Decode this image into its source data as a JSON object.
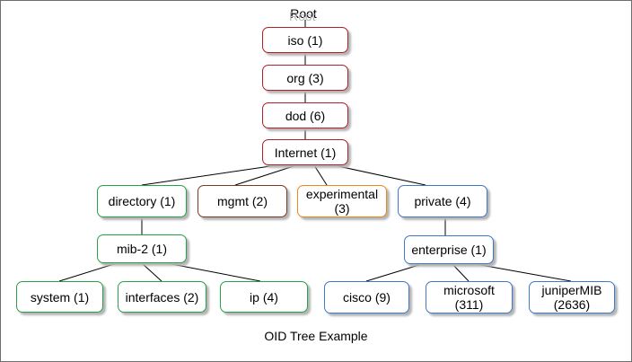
{
  "root_label": "Root",
  "root_ghost": "Root",
  "caption": "OID Tree Example",
  "nodes": {
    "iso": "iso (1)",
    "org": "org (3)",
    "dod": "dod (6)",
    "internet": "Internet (1)",
    "directory": "directory (1)",
    "mgmt": "mgmt (2)",
    "experimental": "experimental\n(3)",
    "private": "private (4)",
    "mib2": "mib-2 (1)",
    "enterprise": "enterprise (1)",
    "system": "system (1)",
    "interfaces": "interfaces (2)",
    "ip": "ip (4)",
    "cisco": "cisco (9)",
    "microsoft": "microsoft\n(311)",
    "juniper": "juniperMIB\n(2636)"
  },
  "colors": {
    "red": "#b2202a",
    "green": "#27a24a",
    "brown": "#7a3a24",
    "orange": "#e8891c",
    "blue": "#3f78c8"
  }
}
